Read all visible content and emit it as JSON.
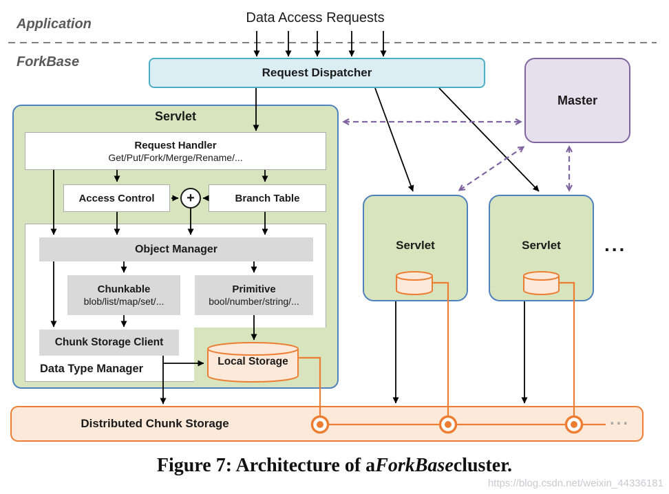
{
  "header": {
    "application_label": "Application",
    "forkbase_label": "ForkBase",
    "title": "Data Access Requests"
  },
  "dispatcher": {
    "label": "Request Dispatcher"
  },
  "master": {
    "label": "Master"
  },
  "servlet_detail": {
    "title": "Servlet",
    "request_handler_title": "Request Handler",
    "request_handler_subtitle": "Get/Put/Fork/Merge/Rename/...",
    "access_control": "Access Control",
    "merge_symbol": "+",
    "branch_table": "Branch Table",
    "object_manager": "Object Manager",
    "chunkable_title": "Chunkable",
    "chunkable_subtitle": "blob/list/map/set/...",
    "primitive_title": "Primitive",
    "primitive_subtitle": "bool/number/string/...",
    "chunk_storage_client": "Chunk Storage Client",
    "data_type_manager": "Data Type Manager",
    "local_storage": "Local Storage"
  },
  "cluster": {
    "servlet2_label": "Servlet",
    "servlet3_label": "Servlet",
    "servlet_ellipsis": "...",
    "storage_bar_label": "Distributed Chunk Storage",
    "storage_ellipsis": "..."
  },
  "caption": {
    "prefix": "Figure 7: Architecture of a ",
    "emphasis": "ForkBase",
    "suffix": " cluster."
  },
  "watermark": "https://blog.csdn.net/weixin_44336181",
  "colors": {
    "servlet_fill": "#D7E4BD",
    "servlet_border": "#4F81BD",
    "dispatcher_fill": "#DBEEF4",
    "dispatcher_border": "#4BACC6",
    "master_fill": "#E5E0EC",
    "master_border": "#8064A2",
    "storage_fill": "#FDE9D9",
    "storage_border": "#ED7D31",
    "module_fill": "#D9D9D9",
    "arrow_black": "#000000",
    "arrow_purple": "#8064A2",
    "zone_label_gray": "#595959"
  }
}
